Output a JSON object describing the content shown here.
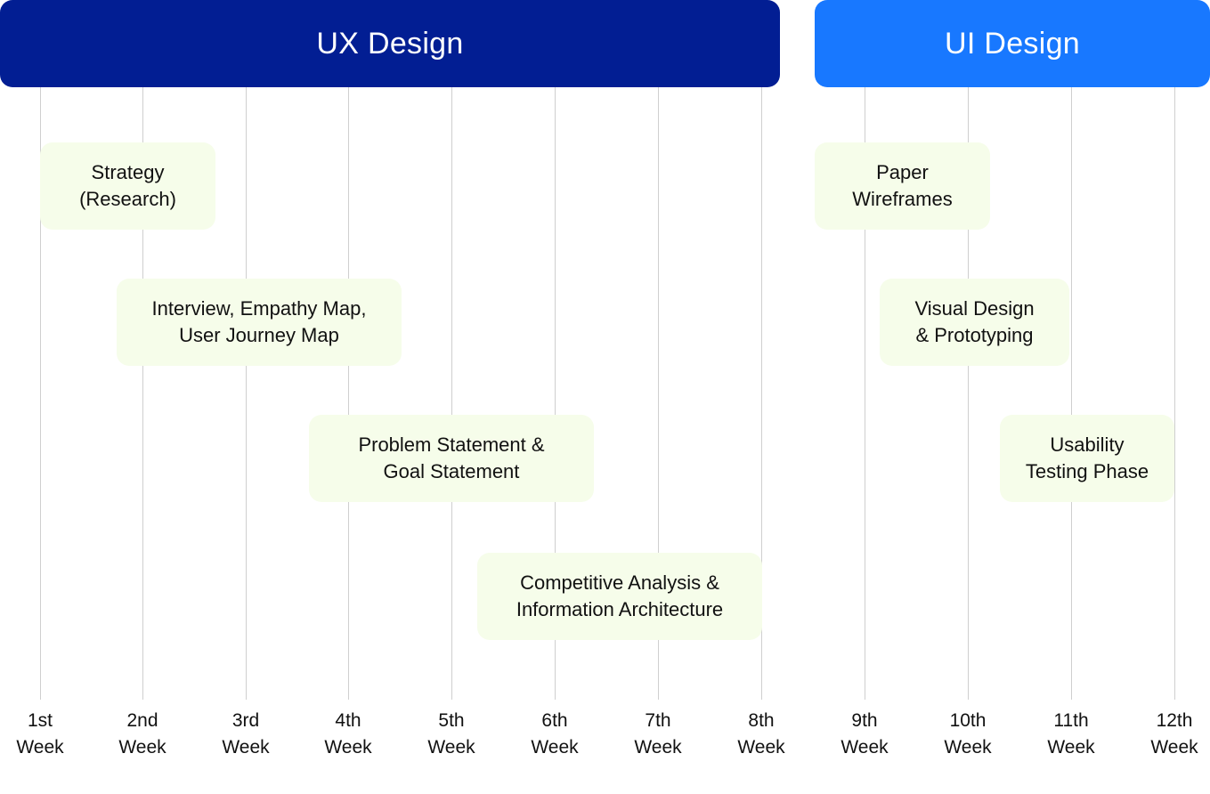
{
  "colors": {
    "ux_header": "#021E93",
    "ui_header": "#1878FF",
    "task_fill": "#F6FDEA",
    "gridline": "#CFCFCF"
  },
  "phases": {
    "ux": {
      "label": "UX Design"
    },
    "ui": {
      "label": "UI Design"
    }
  },
  "tasks": [
    {
      "label": "Strategy\n(Research)",
      "phase": "UX Design"
    },
    {
      "label": "Interview, Empathy Map,\nUser Journey Map",
      "phase": "UX Design"
    },
    {
      "label": "Problem Statement &\nGoal Statement",
      "phase": "UX Design"
    },
    {
      "label": "Competitive Analysis &\nInformation Architecture",
      "phase": "UX Design"
    },
    {
      "label": "Paper\nWireframes",
      "phase": "UI Design"
    },
    {
      "label": "Visual Design\n& Prototyping",
      "phase": "UI Design"
    },
    {
      "label": "Usability\nTesting Phase",
      "phase": "UI Design"
    }
  ],
  "weeks": [
    {
      "num": "1st",
      "unit": "Week"
    },
    {
      "num": "2nd",
      "unit": "Week"
    },
    {
      "num": "3rd",
      "unit": "Week"
    },
    {
      "num": "4th",
      "unit": "Week"
    },
    {
      "num": "5th",
      "unit": "Week"
    },
    {
      "num": "6th",
      "unit": "Week"
    },
    {
      "num": "7th",
      "unit": "Week"
    },
    {
      "num": "8th",
      "unit": "Week"
    },
    {
      "num": "9th",
      "unit": "Week"
    },
    {
      "num": "10th",
      "unit": "Week"
    },
    {
      "num": "11th",
      "unit": "Week"
    },
    {
      "num": "12th",
      "unit": "Week"
    }
  ]
}
